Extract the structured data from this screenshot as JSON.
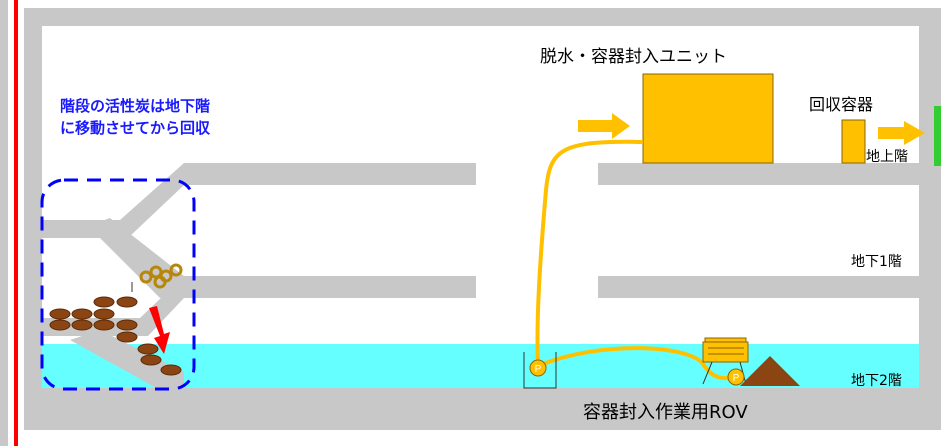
{
  "labels": {
    "dewater_unit": "脱水・容器封入ユニット",
    "recovery_container": "回収容器",
    "ground_floor": "地上階",
    "b1_floor": "地下1階",
    "b2_floor": "地下2階",
    "rov": "容器封入作業用ROV",
    "stairs_note_line1": "階段の活性炭は地下階",
    "stairs_note_line2": "に移動させてから回収",
    "pump_p": "P"
  },
  "colors": {
    "wall_gray": "#c8c8c8",
    "water_cyan": "#66ffff",
    "unit_orange": "#ffc000",
    "hose_orange": "#ffc000",
    "bag_brown": "#8b4513",
    "red_arrow": "#ff0000",
    "dash_blue": "#0000ff",
    "left_red_line": "#ff0000",
    "right_green_bar": "#33cc33"
  }
}
